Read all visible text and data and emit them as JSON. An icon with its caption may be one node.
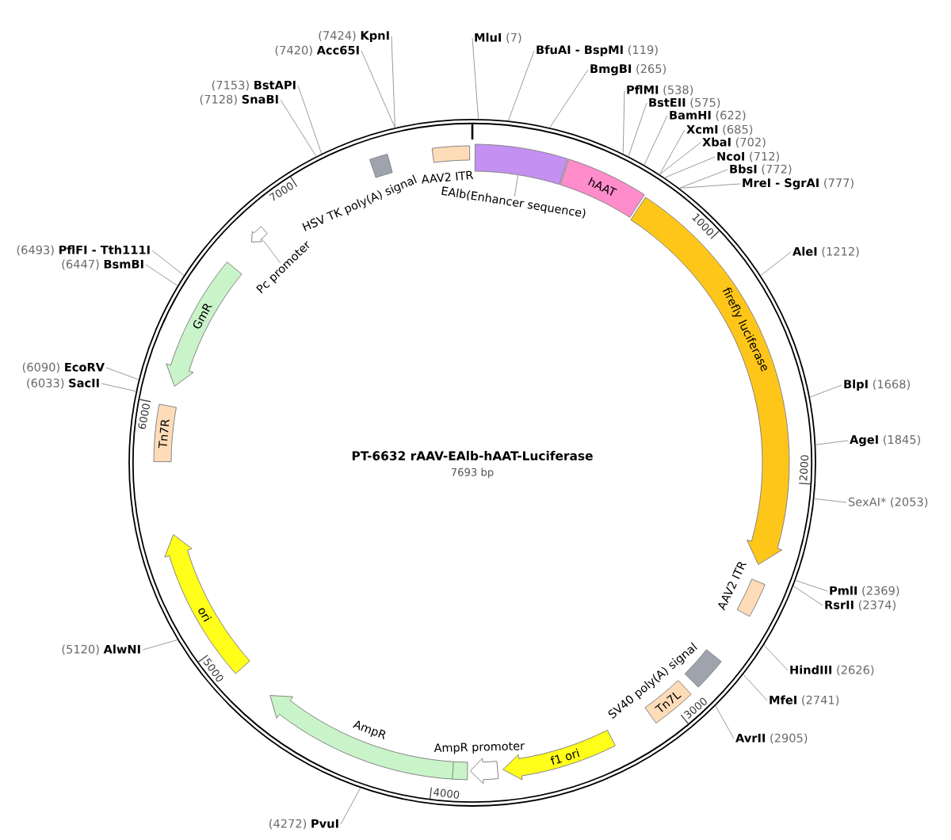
{
  "diagram": {
    "title": "PT-6632 rAAV-EAlb-hAAT-Luciferase",
    "nodes": [
      {
        "text": [],
        "shape": "circle"
      },
      {
        "text": [
          "AAV2 ITR"
        ],
        "in": 0
      },
      {
        "text": [],
        "shape": "bar",
        "in": 0
      },
      {
        "text": [
          "EAlb(Enhancer sequence)"
        ],
        "in": 0
      },
      {
        "text": [
          "hAAT"
        ],
        "in": 0
      },
      {
        "text": [
          "firefly luciferase"
        ],
        "in": 0
      },
      {
        "text": [
          "AAV2 ITR"
        ],
        "in": 0
      },
      {
        "text": [
          "SV40 poly(A) signal"
        ],
        "in": 0
      },
      {
        "text": [
          "Tn7L"
        ],
        "in": 0
      },
      {
        "text": [
          "f1 ori"
        ],
        "in": 0
      },
      {
        "text": [
          "AmpR promoter"
        ],
        "in": 0
      },
      {
        "text": [
          "AmpR"
        ],
        "in": 0
      },
      {
        "text": [
          "ori"
        ],
        "in": 0
      },
      {
        "text": [
          "Tn7R"
        ],
        "in": 0
      },
      {
        "text": [
          "GmR"
        ],
        "in": 0
      },
      {
        "text": [],
        "shape": "arrow",
        "in": 0
      },
      {
        "text": [
          "Pc promoter"
        ],
        "in": 0
      },
      {
        "text": [
          "HSV TK poly(A) signal"
        ],
        "in": 0
      },
      {
        "text": [
          "**MluI** (7)"
        ]
      },
      {
        "text": [
          "**BfuAI - BspMI** (119)"
        ]
      },
      {
        "text": [
          "**BmgBI** (265)"
        ]
      },
      {
        "text": [
          "**PflMI** (538)"
        ]
      },
      {
        "text": [
          "**BstEII** (575)"
        ]
      },
      {
        "text": [
          "**BamHI** (622)"
        ]
      },
      {
        "text": [
          "**XcmI** (685)"
        ]
      },
      {
        "text": [
          "**XbaI** (702)"
        ]
      },
      {
        "text": [
          "**NcoI** (712)"
        ]
      },
      {
        "text": [
          "**BbsI** (772)"
        ]
      },
      {
        "text": [
          "**MreI - SgrAI** (777)"
        ]
      },
      {
        "text": [
          "**AleI** (1212)"
        ]
      },
      {
        "text": [
          "**BlpI** (1668)"
        ]
      },
      {
        "text": [
          "**AgeI** (1845)"
        ]
      },
      {
        "text": [
          "SexAI* (2053)"
        ]
      },
      {
        "text": [
          "**PmlI** (2369)"
        ]
      },
      {
        "text": [
          "**RsrII** (2374)"
        ]
      },
      {
        "text": [
          "**HindIII** (2626)"
        ]
      },
      {
        "text": [
          "**MfeI** (2741)"
        ]
      },
      {
        "text": [
          "**AvrII** (2905)"
        ]
      },
      {
        "text": [
          "(4272) **PvuI**"
        ]
      },
      {
        "text": [
          "(5120) **AlwNI**"
        ]
      },
      {
        "text": [
          "(6033) **SacII**"
        ]
      },
      {
        "text": [
          "(6090) **EcoRV**"
        ]
      },
      {
        "text": [
          "(6447) **BsmBI**"
        ]
      },
      {
        "text": [
          "(6493) **PflFI - Tth111I**"
        ]
      },
      {
        "text": [
          "(7128) **SnaBI**"
        ]
      },
      {
        "text": [
          "(7153) **BstAPI**"
        ]
      },
      {
        "text": [
          "(7420) **Acc65I**"
        ]
      },
      {
        "text": [
          "(7424) **KpnI**"
        ]
      }
    ],
    "edges": [
      {
        "from": 3,
        "to": 2,
        "arrow": "none"
      },
      {
        "from": 16,
        "to": 15,
        "arrow": "none"
      },
      {
        "from": 18,
        "to": 0,
        "arrow": "none"
      },
      {
        "from": 19,
        "to": 0,
        "arrow": "none"
      },
      {
        "from": 20,
        "to": 0,
        "arrow": "none"
      },
      {
        "from": 21,
        "to": 0,
        "arrow": "none"
      },
      {
        "from": 22,
        "to": 0,
        "arrow": "none"
      },
      {
        "from": 23,
        "to": 0,
        "arrow": "none"
      },
      {
        "from": 24,
        "to": 0,
        "arrow": "none"
      },
      {
        "from": 25,
        "to": 0,
        "arrow": "none"
      },
      {
        "from": 26,
        "to": 0,
        "arrow": "none"
      },
      {
        "from": 27,
        "to": 0,
        "arrow": "none"
      },
      {
        "from": 28,
        "to": 0,
        "arrow": "none"
      },
      {
        "from": 29,
        "to": 0,
        "arrow": "none"
      },
      {
        "from": 30,
        "to": 0,
        "arrow": "none"
      },
      {
        "from": 31,
        "to": 0,
        "arrow": "none"
      },
      {
        "from": 32,
        "to": 0,
        "arrow": "none"
      },
      {
        "from": 33,
        "to": 0,
        "arrow": "none"
      },
      {
        "from": 34,
        "to": 0,
        "arrow": "none"
      },
      {
        "from": 35,
        "to": 0,
        "arrow": "none"
      },
      {
        "from": 36,
        "to": 0,
        "arrow": "none"
      },
      {
        "from": 37,
        "to": 0,
        "arrow": "none"
      },
      {
        "from": 38,
        "to": 0,
        "arrow": "none"
      },
      {
        "from": 39,
        "to": 0,
        "arrow": "none"
      },
      {
        "from": 40,
        "to": 0,
        "arrow": "none"
      },
      {
        "from": 41,
        "to": 0,
        "arrow": "none"
      },
      {
        "from": 42,
        "to": 0,
        "arrow": "none"
      },
      {
        "from": 43,
        "to": 0,
        "arrow": "none"
      },
      {
        "from": 44,
        "to": 0,
        "arrow": "none"
      },
      {
        "from": 45,
        "to": 0,
        "arrow": "none"
      },
      {
        "from": 46,
        "to": 0,
        "arrow": "none"
      },
      {
        "from": 47,
        "to": 0,
        "arrow": "none"
      }
    ],
    "labels": [
      "7693 bp",
      "1000",
      "2000",
      "3000",
      "4000",
      "5000",
      "6000",
      "7000"
    ]
  }
}
